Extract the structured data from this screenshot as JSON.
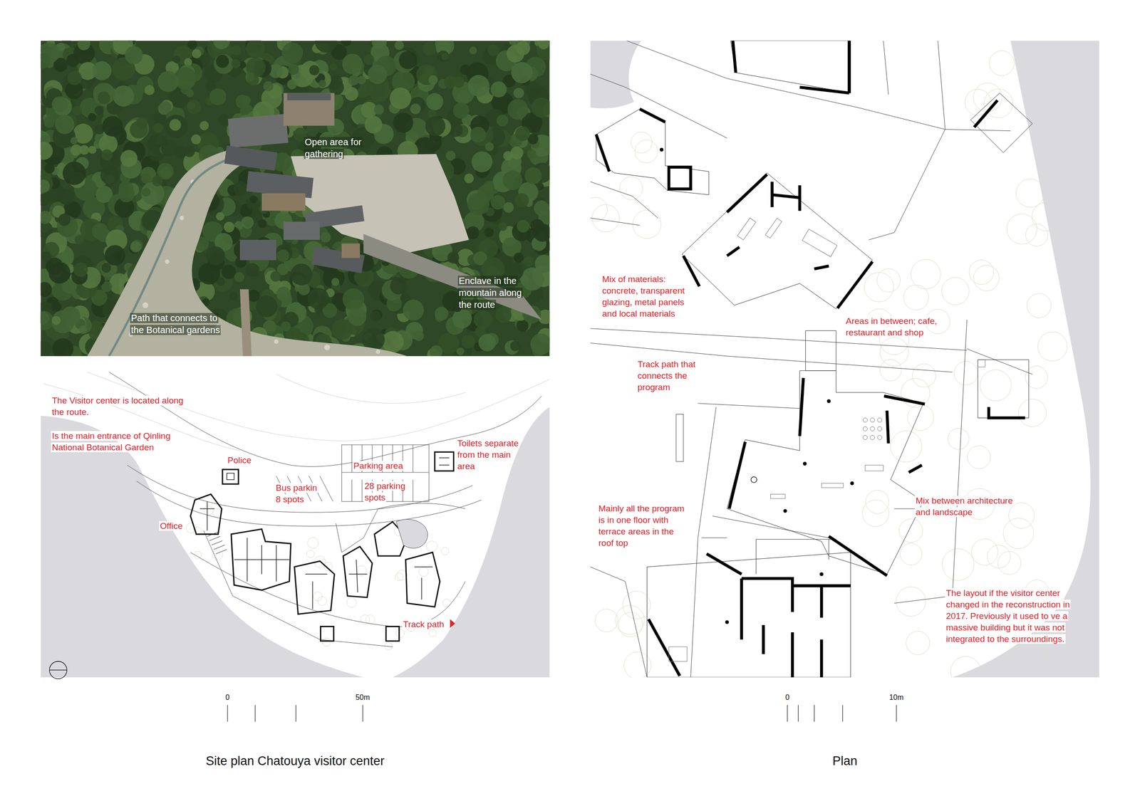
{
  "diagram": {
    "nodes": [
      {
        "text": [
          "Open area for gathering",
          "Enclave in the mountain along the route",
          "Path that connects to the Botanical gardens"
        ]
      },
      {
        "text": [
          "The Visitor center is located along the route.",
          "Is the main entrance of Qinling National Botanical Garden",
          "Toilets separate from the main area",
          "Police",
          "Parking area",
          "Bus parkin 8 spots",
          "28 parking spots",
          "Office",
          "Track path"
        ]
      },
      {
        "text": [
          "Mix of materials: concrete, transparent glazing, metal panels and local materials",
          "Areas in between; cafe, restaurant and shop",
          "Track path that connects the program",
          "Mainly all the program is in one floor with terrace areas in the roof top",
          "Mix between architecture and landscape",
          "The layout if the visitor center changed in the reconstruction in 2017. Previously it used to ve a massive building but it was not integrated to the surroundings."
        ]
      }
    ],
    "labels": [
      "0",
      "50m",
      "Site plan Chatouya visitor center",
      "0",
      "10m",
      "Plan"
    ]
  }
}
